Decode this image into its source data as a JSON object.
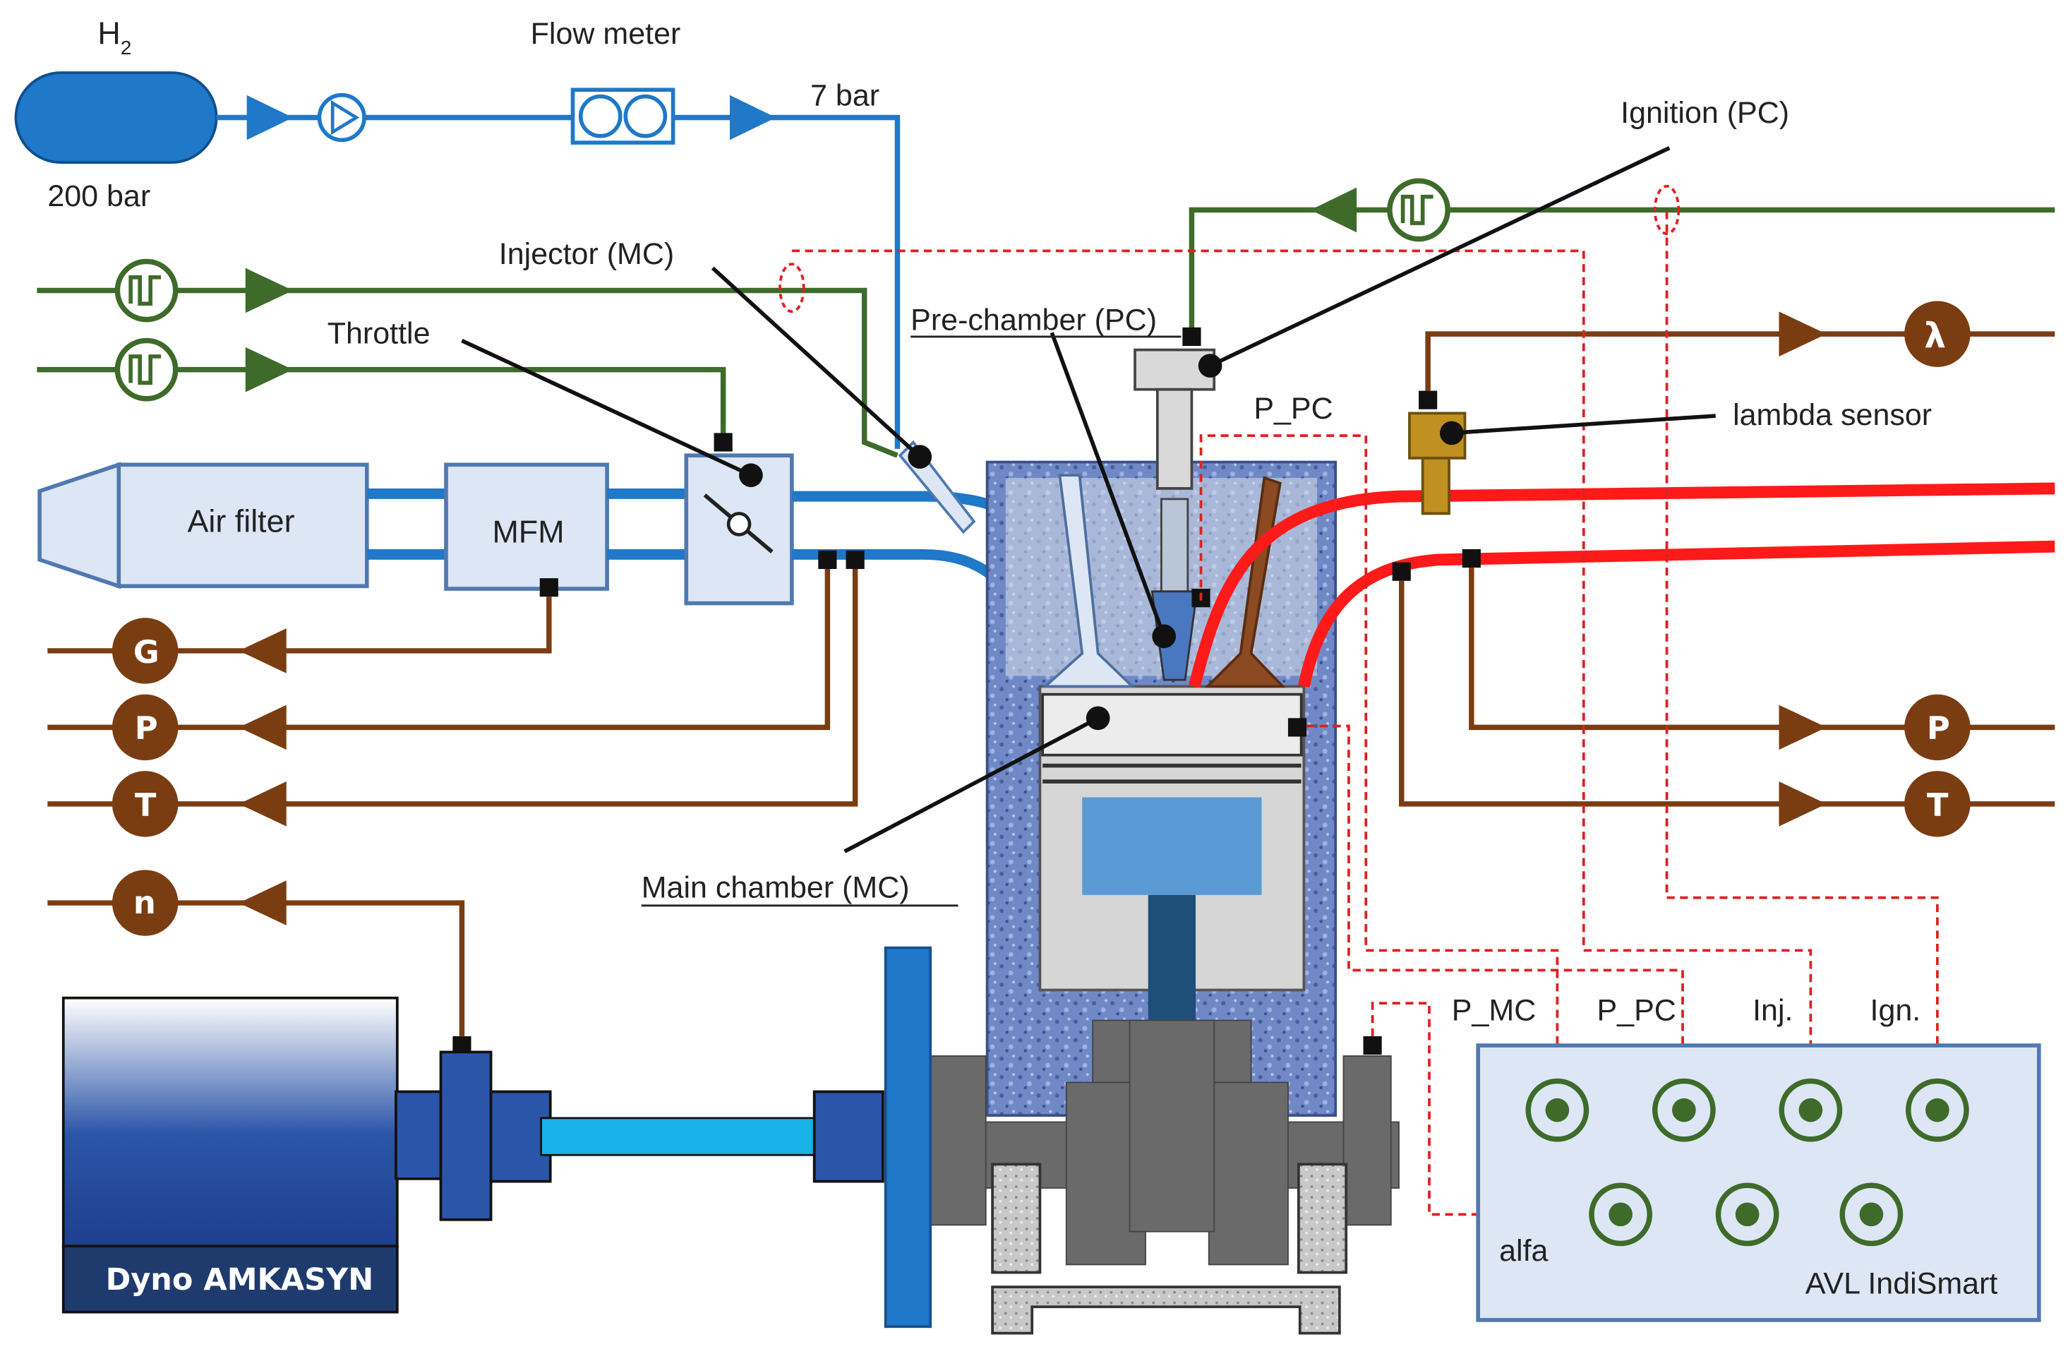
{
  "diagram": {
    "h2_tank": {
      "symbol": "H",
      "subscript": "2",
      "pressure": "200 bar"
    },
    "flow_meter": "Flow meter",
    "line_pressure": "7 bar",
    "ignition": "Ignition (PC)",
    "injector": "Injector (MC)",
    "prechamber": "Pre-chamber (PC)",
    "throttle": "Throttle",
    "p_pc_sensor": "P_PC",
    "lambda_symbol": "λ",
    "lambda_sensor": "lambda sensor",
    "air_filter": "Air filter",
    "mfm": "MFM",
    "main_chamber": "Main chamber (MC)",
    "intake_signals": [
      "G",
      "P",
      "T",
      "n"
    ],
    "exhaust_signals": [
      "P",
      "T"
    ],
    "dyno": "Dyno AMKASYN",
    "avl": {
      "title": "AVL IndiSmart",
      "channels": [
        "P_MC",
        "P_PC",
        "Inj.",
        "Ign."
      ],
      "alfa": "alfa"
    }
  },
  "colors": {
    "fuel_line": "#1f78c8",
    "control_line": "#3e6b2a",
    "measure_line": "#7a3d12",
    "exhaust": "#ff1a1a",
    "indicating": "#e02020",
    "engine_block": "#6f86c4",
    "dyno": "#1f3f8f",
    "panel": "#dde6f4"
  }
}
